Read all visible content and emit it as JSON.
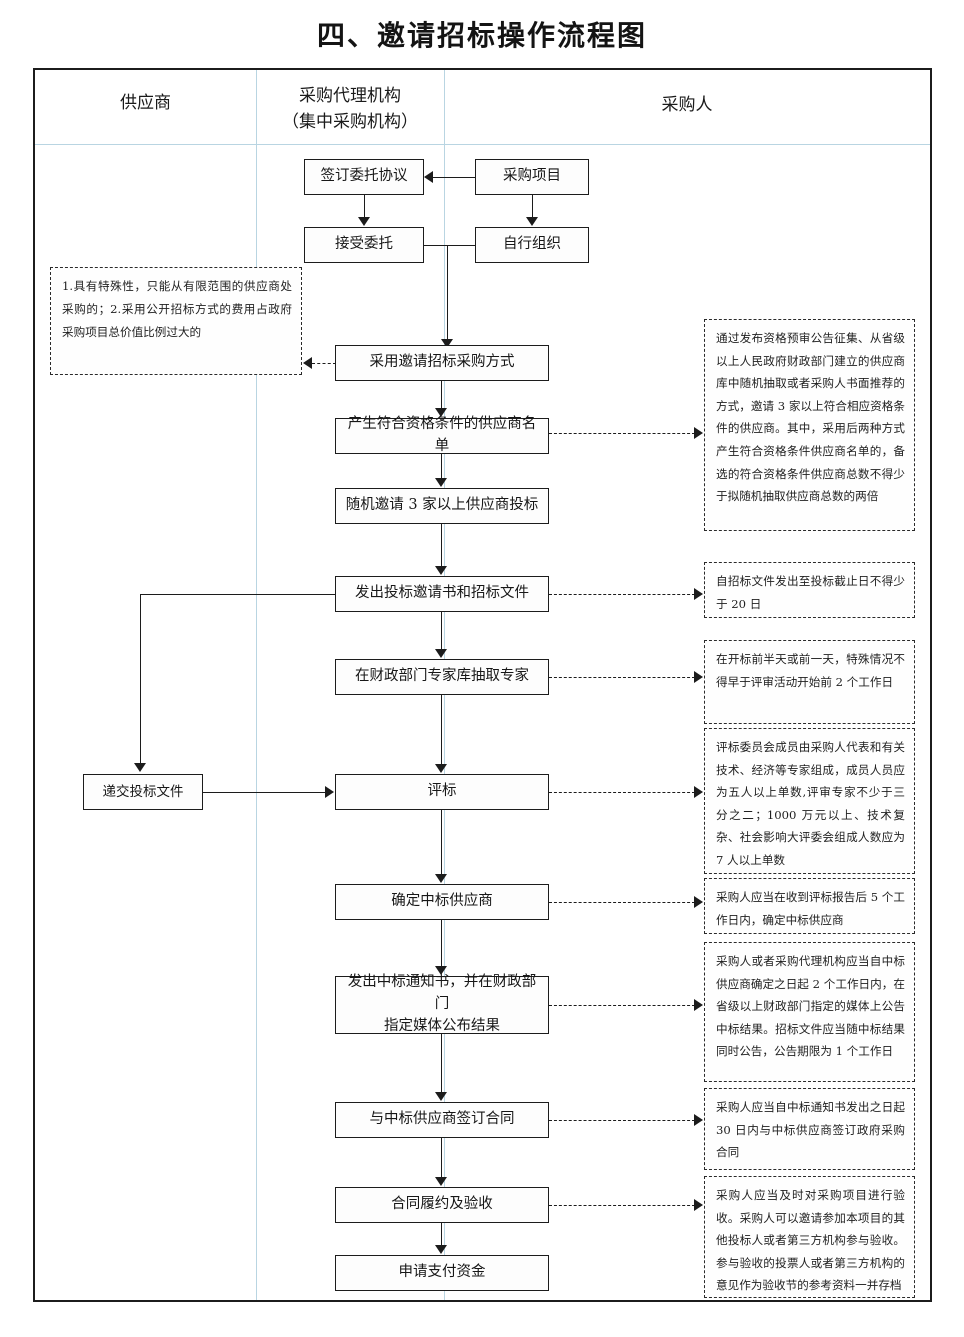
{
  "title": "四、邀请招标操作流程图",
  "lanes": [
    {
      "id": "supplier",
      "label": "供应商",
      "sub": ""
    },
    {
      "id": "agency",
      "label": "采购代理机构",
      "sub": "（集中采购机构）"
    },
    {
      "id": "purchaser",
      "label": "采购人",
      "sub": ""
    }
  ],
  "nodes": {
    "sign_entrust": "签订委托协议",
    "purchase_project": "采购项目",
    "accept_entrust": "接受委托",
    "self_organize": "自行组织",
    "adopt_invited": "采用邀请招标采购方式",
    "qualified_list": "产生符合资格条件的供应商名单",
    "invite_three": "随机邀请 3 家以上供应商投标",
    "issue_invitation": "发出投标邀请书和招标文件",
    "draw_experts": "在财政部门专家库抽取专家",
    "submit_bid": "递交投标文件",
    "evaluate": "评标",
    "determine_winner": "确定中标供应商",
    "issue_notice_line1": "发出中标通知书，并在财政部门",
    "issue_notice_line2": "指定媒体公布结果",
    "sign_contract": "与中标供应商签订合同",
    "perform_accept": "合同履约及验收",
    "apply_payment": "申请支付资金"
  },
  "notes": {
    "left_condition": "1.具有特殊性，只能从有限范围的供应商处采购的；2.采用公开招标方式的费用占政府采购项目总价值比例过大的",
    "qualified_list_note": "通过发布资格预审公告征集、从省级以上人民政府财政部门建立的供应商库中随机抽取或者采购人书面推荐的方式，邀请 3 家以上符合相应资格条件的供应商。其中，采用后两种方式产生符合资格条件供应商名单的，备选的符合资格条件供应商总数不得少于拟随机抽取供应商总数的两倍",
    "invitation_note": "自招标文件发出至投标截止日不得少于 20 日",
    "experts_note": "在开标前半天或前一天，特殊情况不得早于评审活动开始前 2 个工作日",
    "evaluate_note": "评标委员会成员由采购人代表和有关技术、经济等专家组成，成员人员应为五人以上单数,评审专家不少于三分之二；1000 万元以上、技术复杂、社会影响大评委会组成人数应为 7 人以上单数",
    "winner_note": "采购人应当在收到评标报告后 5 个工作日内，确定中标供应商",
    "notice_note": "采购人或者采购代理机构应当自中标供应商确定之日起 2 个工作日内，在省级以上财政部门指定的媒体上公告中标结果。招标文件应当随中标结果同时公告，公告期限为 1 个工作日",
    "contract_note": "采购人应当自中标通知书发出之日起 30 日内与中标供应商签订政府采购合同",
    "acceptance_note": "采购人应当及时对采购项目进行验收。采购人可以邀请参加本项目的其他投标人或者第三方机构参与验收。参与验收的投票人或者第三方机构的意见作为验收节的参考资料一并存档"
  },
  "colors": {
    "lane_divider": "#b9d5e2",
    "border": "#1c1c1c",
    "background": "#ffffff"
  }
}
